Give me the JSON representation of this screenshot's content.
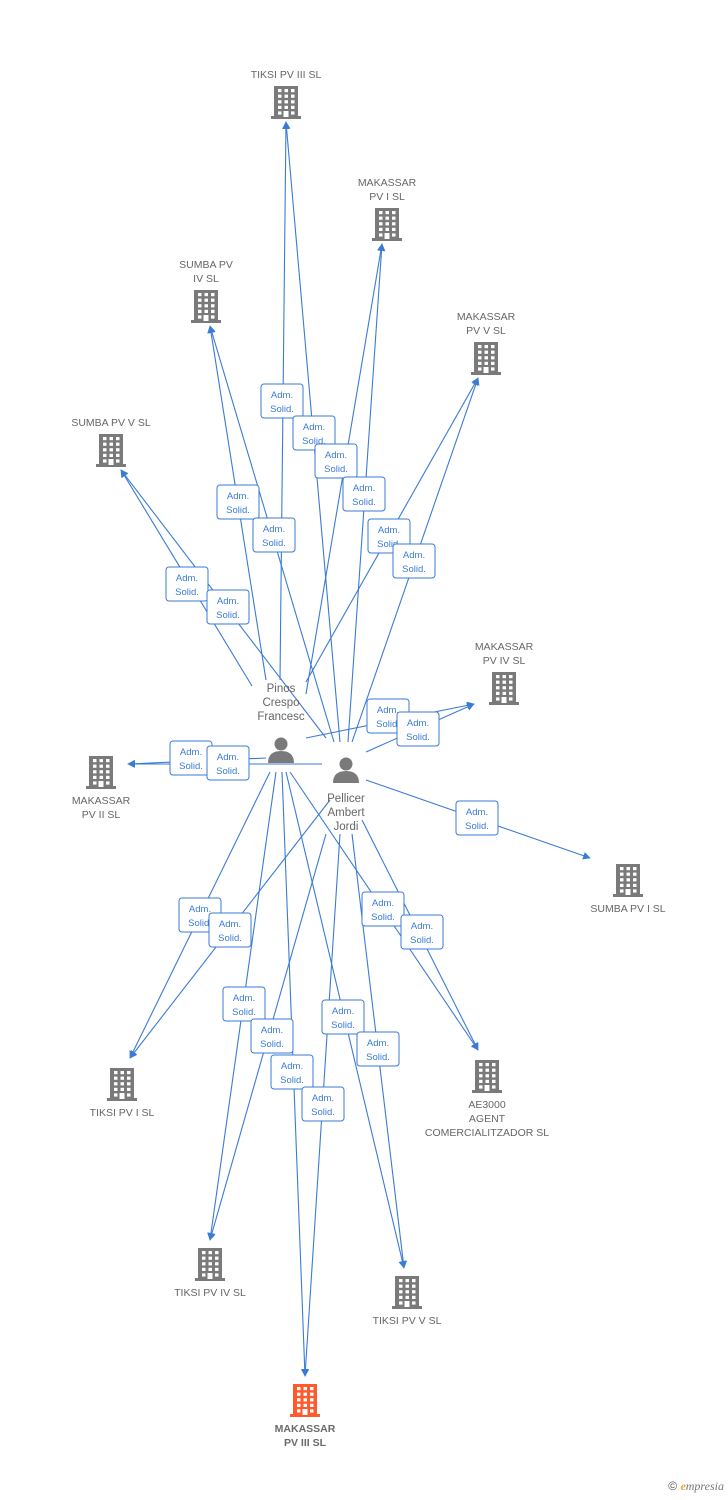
{
  "colors": {
    "company": "#7a7a7a",
    "focus_company": "#ff5a2e",
    "person": "#7a7a7a",
    "edge": "#3a7bd5"
  },
  "companies": [
    {
      "id": "tiksi-pv-iii",
      "lines": [
        "TIKSI PV III SL"
      ],
      "icon": "building-icon"
    },
    {
      "id": "makassar-pv-i",
      "lines": [
        "MAKASSAR",
        "PV I SL"
      ],
      "icon": "building-icon"
    },
    {
      "id": "sumba-pv-iv",
      "lines": [
        "SUMBA PV",
        "IV SL"
      ],
      "icon": "building-icon"
    },
    {
      "id": "makassar-pv-v",
      "lines": [
        "MAKASSAR",
        "PV V SL"
      ],
      "icon": "building-icon"
    },
    {
      "id": "sumba-pv-v",
      "lines": [
        "SUMBA PV V SL"
      ],
      "icon": "building-icon"
    },
    {
      "id": "makassar-pv-iv",
      "lines": [
        "MAKASSAR",
        "PV IV SL"
      ],
      "icon": "building-icon"
    },
    {
      "id": "makassar-pv-ii",
      "lines": [
        "MAKASSAR",
        "PV II SL"
      ],
      "icon": "building-icon"
    },
    {
      "id": "sumba-pv-i",
      "lines": [
        "SUMBA PV I SL"
      ],
      "icon": "building-icon"
    },
    {
      "id": "tiksi-pv-i",
      "lines": [
        "TIKSI PV I SL"
      ],
      "icon": "building-icon"
    },
    {
      "id": "ae3000",
      "lines": [
        "AE3000",
        "AGENT",
        "COMERCIALITZADOR SL"
      ],
      "icon": "building-icon"
    },
    {
      "id": "tiksi-pv-iv",
      "lines": [
        "TIKSI PV IV SL"
      ],
      "icon": "building-icon"
    },
    {
      "id": "tiksi-pv-v",
      "lines": [
        "TIKSI PV V SL"
      ],
      "icon": "building-icon"
    },
    {
      "id": "makassar-pv-iii",
      "lines": [
        "MAKASSAR",
        "PV III SL"
      ],
      "icon": "building-icon",
      "focus": true
    }
  ],
  "persons": [
    {
      "id": "pinos",
      "lines": [
        "Pinos",
        "Crespo",
        "Francesc"
      ],
      "icon": "person-icon"
    },
    {
      "id": "pellicer",
      "lines": [
        "Pellicer",
        "Ambert",
        "Jordi"
      ],
      "icon": "person-icon"
    }
  ],
  "relation_label": [
    "Adm.",
    "Solid."
  ],
  "footer": {
    "copyright": "©",
    "brand_initial": "e",
    "brand_rest": "mpresia"
  }
}
